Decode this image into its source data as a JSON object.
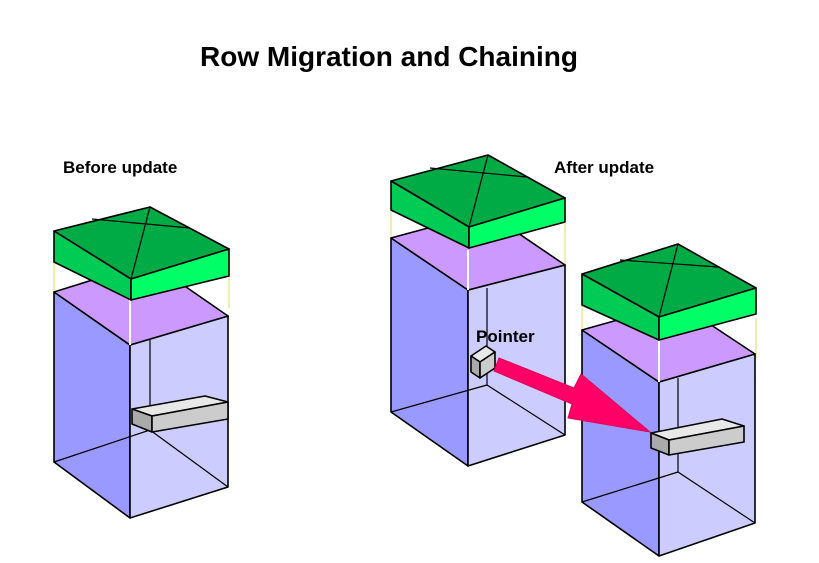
{
  "title": "Row Migration and Chaining",
  "labels": {
    "before": "Before update",
    "after": "After update",
    "pointer": "Pointer"
  },
  "colors": {
    "block_side_left": "#9999ff",
    "block_side_right": "#ccccff",
    "block_top": "#cc99ff",
    "header_top": "#00aa44",
    "header_front": "#00ff66",
    "header_side": "#00cc55",
    "row_piece": "#cccccc",
    "pointer_arrow": "#ff0066"
  }
}
